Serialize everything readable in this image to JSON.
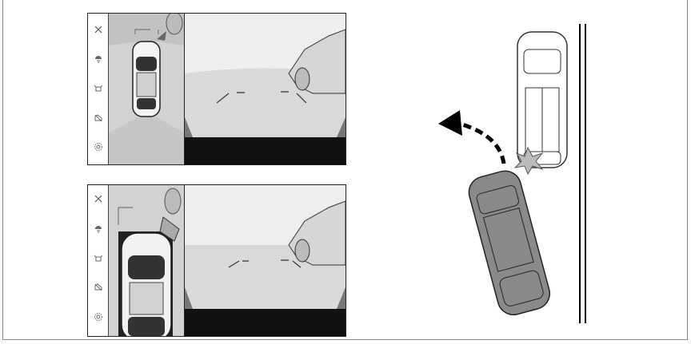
{
  "screens": [
    {
      "id": "before",
      "side_menu": [
        {
          "name": "close-icon",
          "glyph": "×"
        },
        {
          "name": "sonar-icon",
          "glyph": "sonar"
        },
        {
          "name": "camera-view-icon",
          "glyph": "camera"
        },
        {
          "name": "car-clearance-icon",
          "glyph": "car"
        },
        {
          "name": "settings-icon",
          "glyph": "gear"
        }
      ]
    },
    {
      "id": "after",
      "side_menu": [
        {
          "name": "close-icon",
          "glyph": "×"
        },
        {
          "name": "sonar-icon",
          "glyph": "sonar"
        },
        {
          "name": "camera-view-icon",
          "glyph": "camera"
        },
        {
          "name": "car-clearance-icon",
          "glyph": "car"
        },
        {
          "name": "settings-icon",
          "glyph": "gear"
        }
      ]
    }
  ],
  "colors": {
    "cam_sky": "#eeeeee",
    "cam_ground": "#d9d9d9",
    "cam_black_bar": "#111111",
    "topview_bg": "#cfcfcf",
    "car_grey": "#8a8a8a",
    "impact": "#bbbbbb"
  }
}
